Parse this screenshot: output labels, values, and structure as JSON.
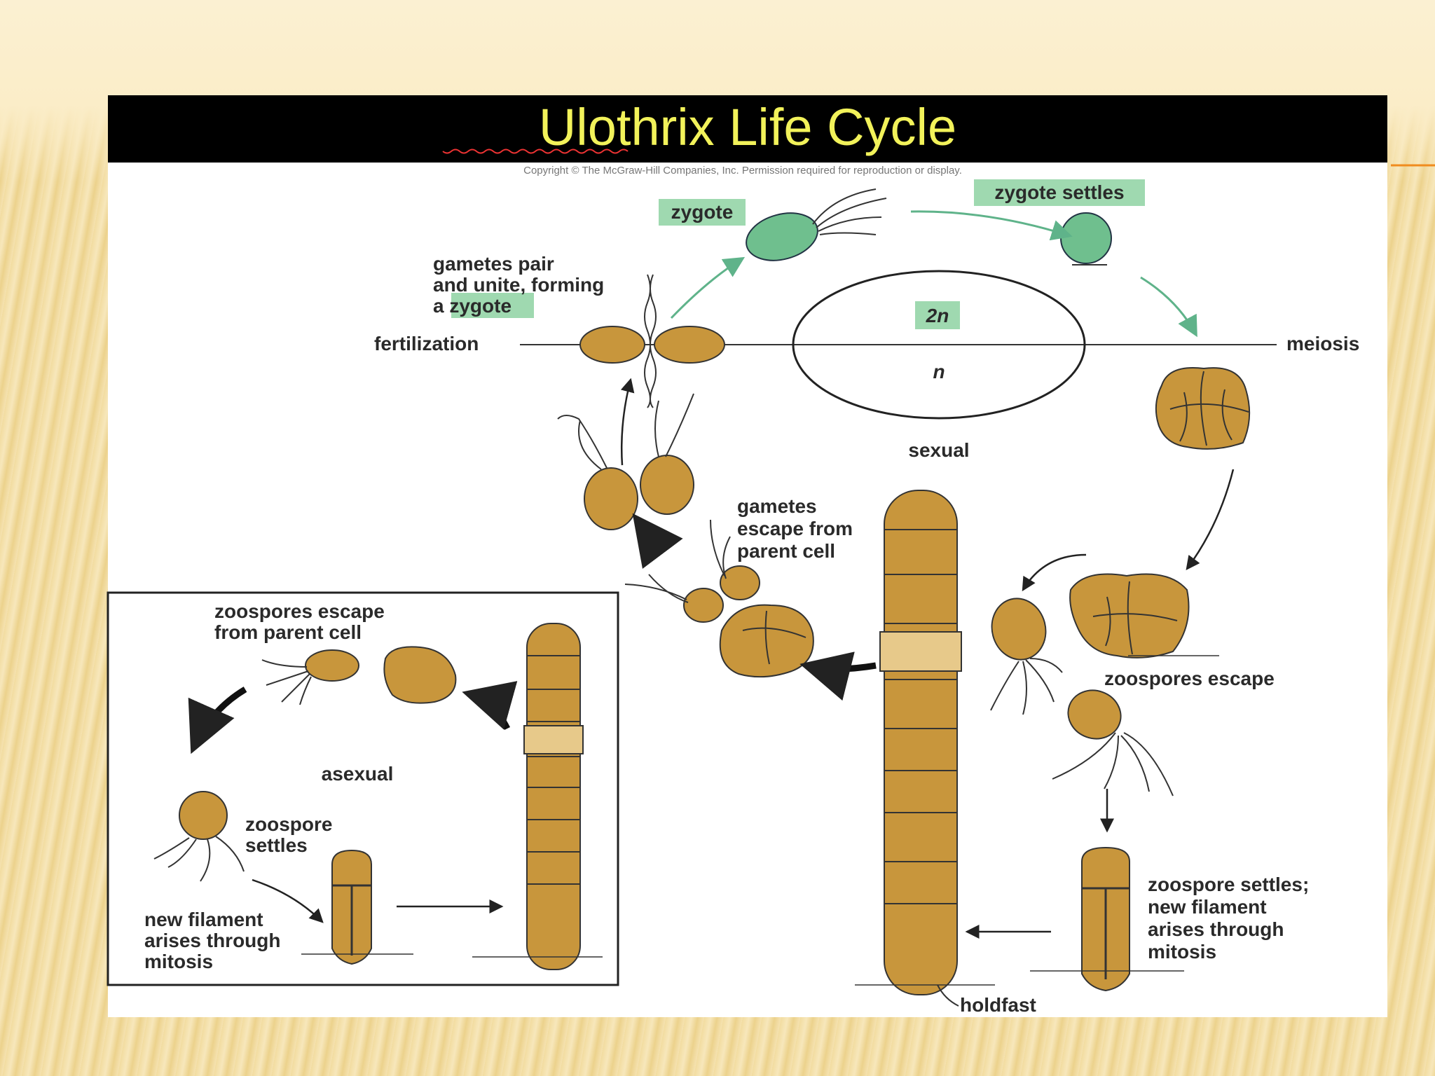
{
  "slide": {
    "title": "Ulothrix Life Cycle",
    "copyright": "Copyright © The McGraw-Hill Companies, Inc. Permission required for reproduction or display."
  },
  "colors": {
    "title_bar": "#000000",
    "title_text": "#f2f25a",
    "cell_fill": "#c8963c",
    "zygote_fill": "#6fbf8e",
    "highlight": "#9fd9b0",
    "slide_accent": "#f08c1e"
  },
  "labels": {
    "zygote": "zygote",
    "zygote_settles": "zygote settles",
    "gametes_pair_1": "gametes pair",
    "gametes_pair_2": "and unite, forming",
    "gametes_pair_3a": "a ",
    "gametes_pair_3b": "zygote",
    "fertilization": "fertilization",
    "meiosis": "meiosis",
    "diploid": "2n",
    "haploid": "n",
    "sexual": "sexual",
    "gametes_escape_1": "gametes",
    "gametes_escape_2": "escape from",
    "gametes_escape_3": "parent cell",
    "zoospores_escape_parent_1": "zoospores escape",
    "zoospores_escape_parent_2": "from parent cell",
    "asexual": "asexual",
    "zoospore_settles_1": "zoospore",
    "zoospore_settles_2": "settles",
    "new_filament_1": "new filament",
    "new_filament_2": "arises through",
    "new_filament_3": "mitosis",
    "zoospores_escape": "zoospores escape",
    "zoospore_settles_mitosis_1": "zoospore settles;",
    "zoospore_settles_mitosis_2": "new filament",
    "zoospore_settles_mitosis_3": "arises through",
    "zoospore_settles_mitosis_4": "mitosis",
    "holdfast": "holdfast"
  }
}
